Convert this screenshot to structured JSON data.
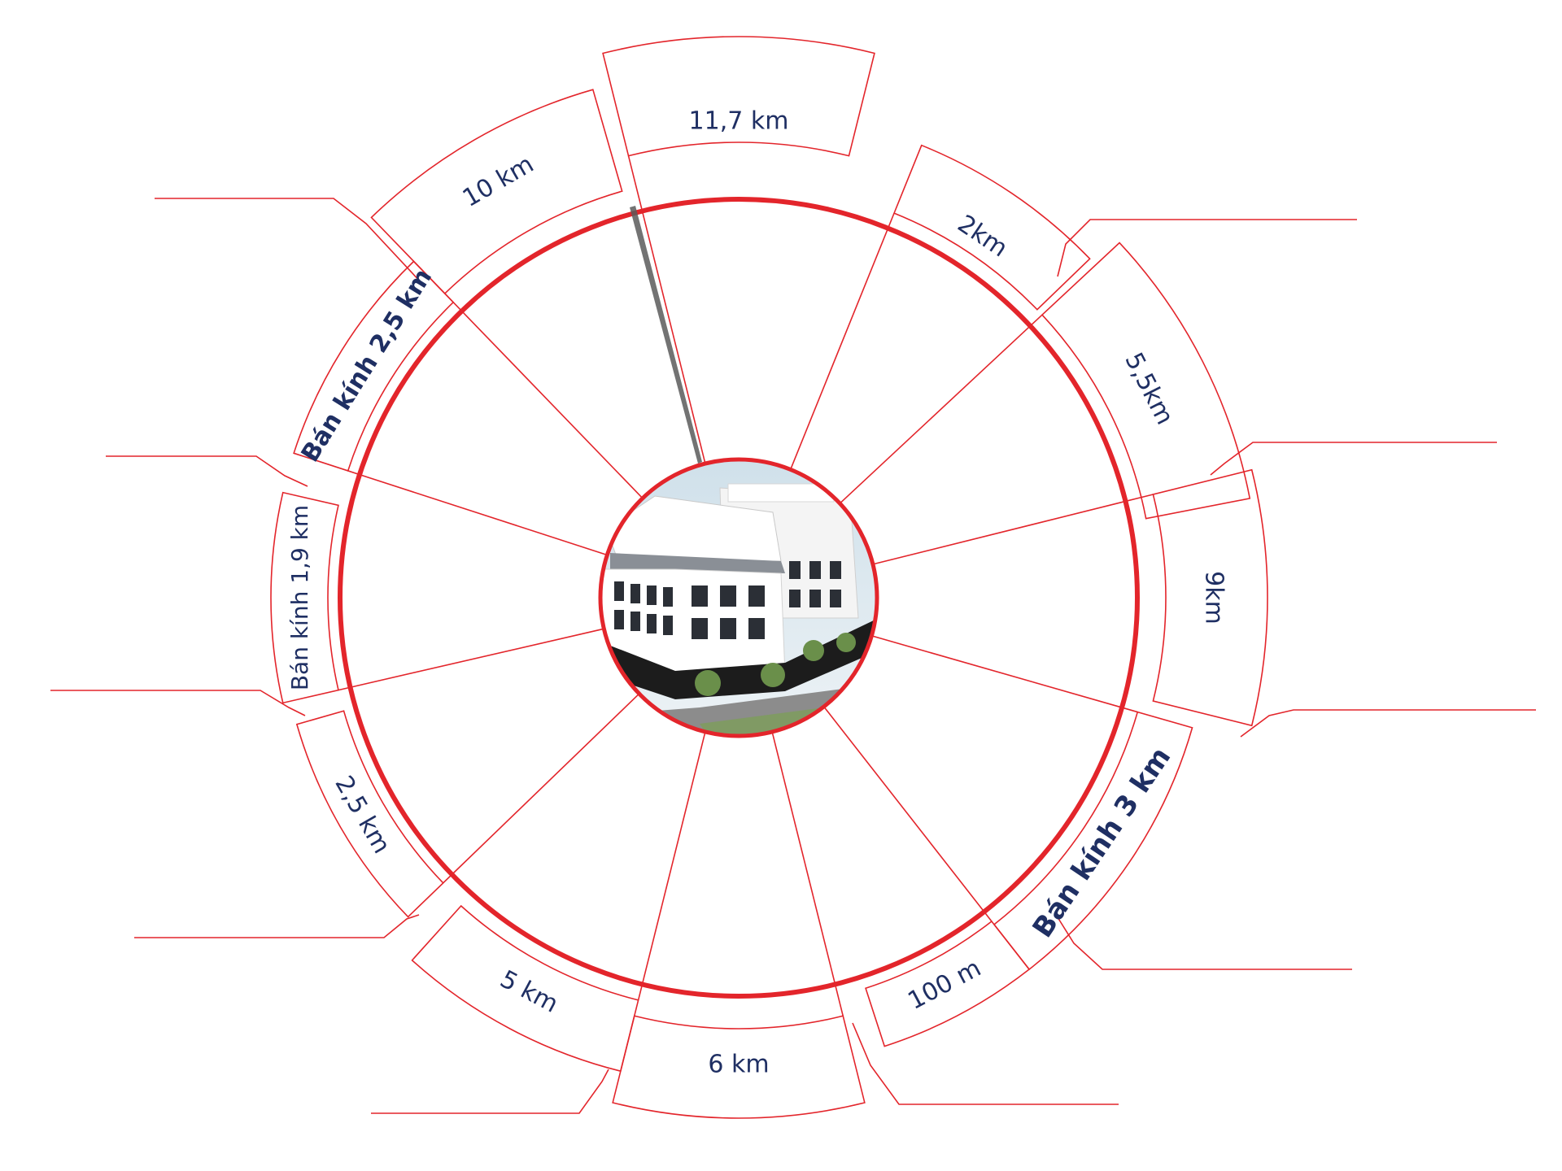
{
  "colors": {
    "ring": "#e3252b",
    "label": "#1f2f63",
    "background": "#ffffff"
  },
  "center_image": {
    "icon": "townhouse-building-photo"
  },
  "segments": [
    {
      "id": "n",
      "label": "11,7 km",
      "bold": false
    },
    {
      "id": "nne",
      "label": "2km",
      "bold": false
    },
    {
      "id": "ne",
      "label": "5,5km",
      "bold": false
    },
    {
      "id": "e",
      "label": "9km",
      "bold": false
    },
    {
      "id": "se",
      "label": "Bán kính 3 km",
      "bold": true
    },
    {
      "id": "sse",
      "label": "100 m",
      "bold": false
    },
    {
      "id": "s",
      "label": "6 km",
      "bold": false
    },
    {
      "id": "ssw",
      "label": "5 km",
      "bold": false
    },
    {
      "id": "sw",
      "label": "2,5 km",
      "bold": false
    },
    {
      "id": "w",
      "label": "Bán kính 1,9 km",
      "bold": false
    },
    {
      "id": "wnw",
      "label": "Bán kính 2,5 km",
      "bold": true
    },
    {
      "id": "nw",
      "label": "10 km",
      "bold": false
    }
  ]
}
